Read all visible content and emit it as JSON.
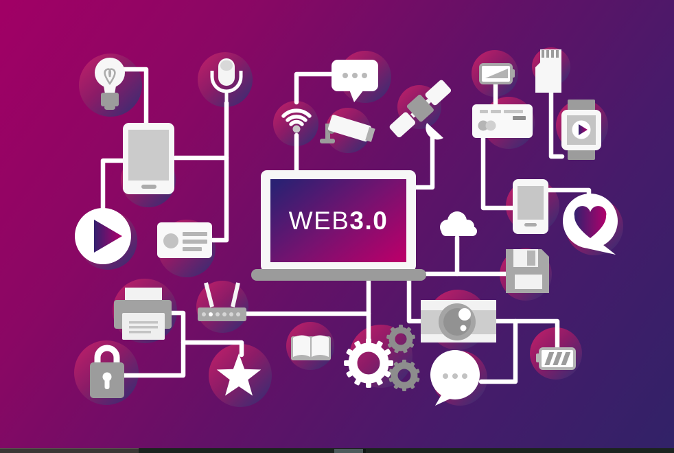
{
  "scene": {
    "title": "Web 3.0 connected devices network illustration"
  },
  "laptop": {
    "label_prefix": "WEB",
    "label_version": "3.0"
  },
  "colors": {
    "background_start": "#a10065",
    "background_end": "#312268",
    "screen_gradient_start": "#2b2173",
    "screen_gradient_end": "#b7006a",
    "node_circle_start": "#c3206a",
    "node_circle_end": "#2f2e74",
    "connector_line": "#ffffff",
    "icon_white": "#f7f7f7",
    "icon_gray": "#9c9c9c",
    "statusbar_left": "#3b3835",
    "statusbar_right": "#1b241f",
    "scrollbar_thumb": "#4d5b5b"
  },
  "icons": [
    "lightbulb-icon",
    "microphone-icon",
    "tablet-icon",
    "chat-bubble-icon",
    "wifi-icon",
    "cctv-camera-icon",
    "satellite-icon",
    "battery-icon",
    "sd-card-icon",
    "credit-card-icon",
    "smartwatch-icon",
    "play-button-icon",
    "contact-card-icon",
    "laptop-icon",
    "smartphone-icon",
    "heart-message-icon",
    "cloud-icon",
    "floppy-disk-icon",
    "printer-icon",
    "router-icon",
    "lock-icon",
    "star-icon",
    "open-book-icon",
    "gears-icon",
    "photo-camera-icon",
    "chat-dots-icon",
    "charging-battery-icon"
  ]
}
